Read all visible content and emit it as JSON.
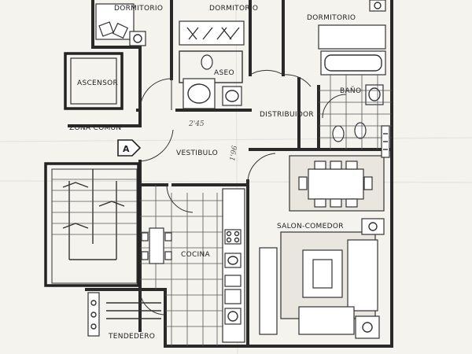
{
  "rooms": {
    "bedroom_1": "DORMITORIO",
    "bedroom_2": "DORMITORIO",
    "bedroom_3": "DORMITORIO",
    "bath_1": "ASEO",
    "bath_2": "BAÑO",
    "elevator": "ASCENSOR",
    "common_zone": "ZONA COMUN",
    "distributor": "DISTRIBUIDOR",
    "vestibule": "VESTIBULO",
    "living_dining": "SALON-COMEDOR",
    "kitchen": "COCINA",
    "laundry": "TENDEDERO"
  },
  "dimensions": {
    "corridor_width": "2'45",
    "vestibule_dim": "1'96"
  },
  "entry_marker": "A"
}
